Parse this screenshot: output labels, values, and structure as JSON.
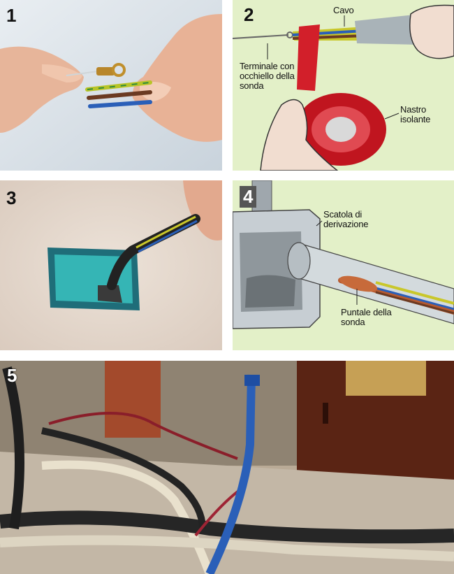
{
  "panels": [
    {
      "number": "1"
    },
    {
      "number": "2",
      "labels": {
        "cable": "Cavo",
        "terminal": "Terminale con occhiello della sonda",
        "tape": "Nastro isolante"
      }
    },
    {
      "number": "3"
    },
    {
      "number": "4",
      "labels": {
        "box": "Scatola di derivazione",
        "tip": "Puntale della sonda"
      }
    },
    {
      "number": "5"
    }
  ],
  "colors": {
    "illustration_bg": "#e3f0c8",
    "tape_red": "#d21f2a",
    "wire_blue": "#2a5fb8",
    "wire_brown": "#6b3a22",
    "wire_yellow_green": "#c9c72a",
    "junction_box_teal": "#35b5b5",
    "door_brown": "#5a2414"
  }
}
